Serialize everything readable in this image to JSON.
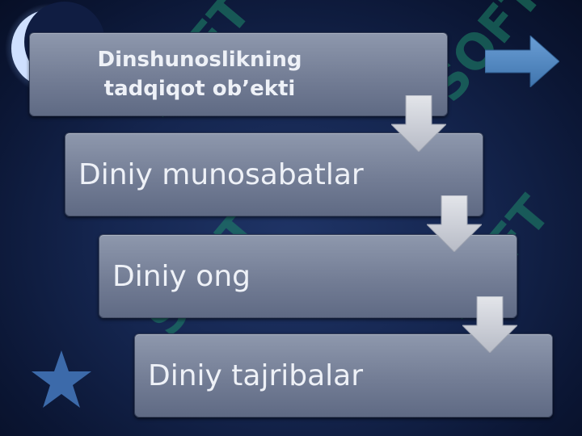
{
  "slide": {
    "boxes": [
      {
        "label": "Dinshunoslikning tadqiqot ob’ekti"
      },
      {
        "label": "Diniy munosabatlar"
      },
      {
        "label": "Diniy ong"
      },
      {
        "label": "Diniy tajribalar"
      }
    ]
  },
  "colors": {
    "background": "#152650",
    "box_fill": "#7a849b",
    "arrow_fill": "#c9ccd4",
    "right_arrow_fill": "#4f86bf",
    "star_fill": "#3f6fb0",
    "moon_glow": "#8fb8ff",
    "watermark": "#1f8a6a"
  },
  "icons": {
    "moon": "crescent-moon-icon",
    "star": "star-icon",
    "next": "arrow-right-icon",
    "flow": "arrow-down-icon"
  }
}
